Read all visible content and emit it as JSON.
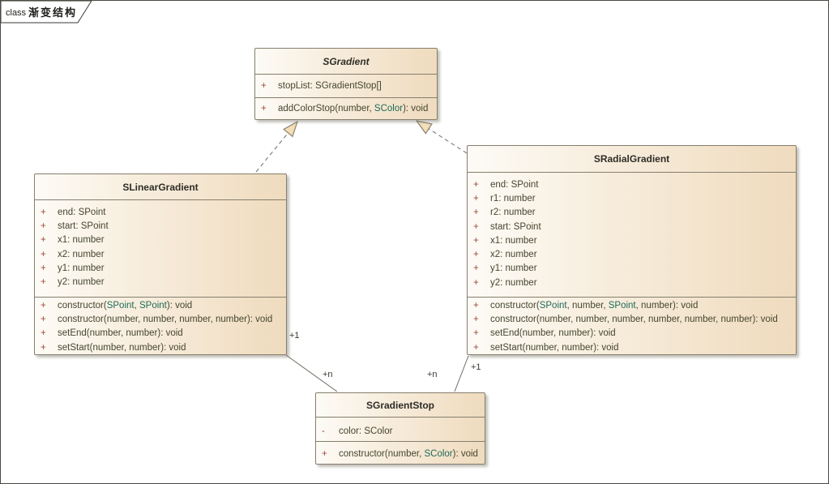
{
  "diagram": {
    "frame_keyword": "class",
    "frame_title": "渐变结构"
  },
  "classes": [
    {
      "name": "SGradient",
      "abstract": true,
      "attributes": [
        {
          "visibility": "+",
          "signature": "stopList: SGradientStop[]"
        }
      ],
      "operations": [
        {
          "visibility": "+",
          "signature": "addColorStop(number, SColor): void"
        }
      ]
    },
    {
      "name": "SLinearGradient",
      "abstract": false,
      "attributes": [
        {
          "visibility": "+",
          "signature": "end: SPoint"
        },
        {
          "visibility": "+",
          "signature": "start: SPoint"
        },
        {
          "visibility": "+",
          "signature": "x1: number"
        },
        {
          "visibility": "+",
          "signature": "x2: number"
        },
        {
          "visibility": "+",
          "signature": "y1: number"
        },
        {
          "visibility": "+",
          "signature": "y2: number"
        }
      ],
      "operations": [
        {
          "visibility": "+",
          "signature": "constructor(SPoint, SPoint): void"
        },
        {
          "visibility": "+",
          "signature": "constructor(number, number, number, number): void"
        },
        {
          "visibility": "+",
          "signature": "setEnd(number, number): void"
        },
        {
          "visibility": "+",
          "signature": "setStart(number, number): void"
        }
      ]
    },
    {
      "name": "SRadialGradient",
      "abstract": false,
      "attributes": [
        {
          "visibility": "+",
          "signature": "end: SPoint"
        },
        {
          "visibility": "+",
          "signature": "r1: number"
        },
        {
          "visibility": "+",
          "signature": "r2: number"
        },
        {
          "visibility": "+",
          "signature": "start: SPoint"
        },
        {
          "visibility": "+",
          "signature": "x1: number"
        },
        {
          "visibility": "+",
          "signature": "x2: number"
        },
        {
          "visibility": "+",
          "signature": "y1: number"
        },
        {
          "visibility": "+",
          "signature": "y2: number"
        }
      ],
      "operations": [
        {
          "visibility": "+",
          "signature": "constructor(SPoint, number, SPoint, number): void"
        },
        {
          "visibility": "+",
          "signature": "constructor(number, number, number, number, number, number): void"
        },
        {
          "visibility": "+",
          "signature": "setEnd(number, number): void"
        },
        {
          "visibility": "+",
          "signature": "setStart(number, number): void"
        }
      ]
    },
    {
      "name": "SGradientStop",
      "abstract": false,
      "attributes": [
        {
          "visibility": "-",
          "signature": "color: SColor"
        }
      ],
      "operations": [
        {
          "visibility": "+",
          "signature": "constructor(number, SColor): void"
        }
      ]
    }
  ],
  "relationships": [
    {
      "type": "generalization",
      "from": "SLinearGradient",
      "to": "SGradient"
    },
    {
      "type": "generalization",
      "from": "SRadialGradient",
      "to": "SGradient"
    },
    {
      "type": "association",
      "from": "SLinearGradient",
      "to": "SGradientStop",
      "from_multiplicity": "+1",
      "to_multiplicity": "+n"
    },
    {
      "type": "association",
      "from": "SRadialGradient",
      "to": "SGradientStop",
      "from_multiplicity": "+1",
      "to_multiplicity": "+n"
    }
  ],
  "colors": {
    "box_fill_light": "#fdfbf6",
    "box_fill_dark": "#efdbbe",
    "box_border": "#857e6d",
    "connector": "#6e6b60",
    "triangle_fill": "#f3deb8",
    "visibility_text": "#9c4a3c",
    "member_text": "#45462f",
    "type_reference_text": "#1f6b58",
    "background": "#ffffff"
  }
}
